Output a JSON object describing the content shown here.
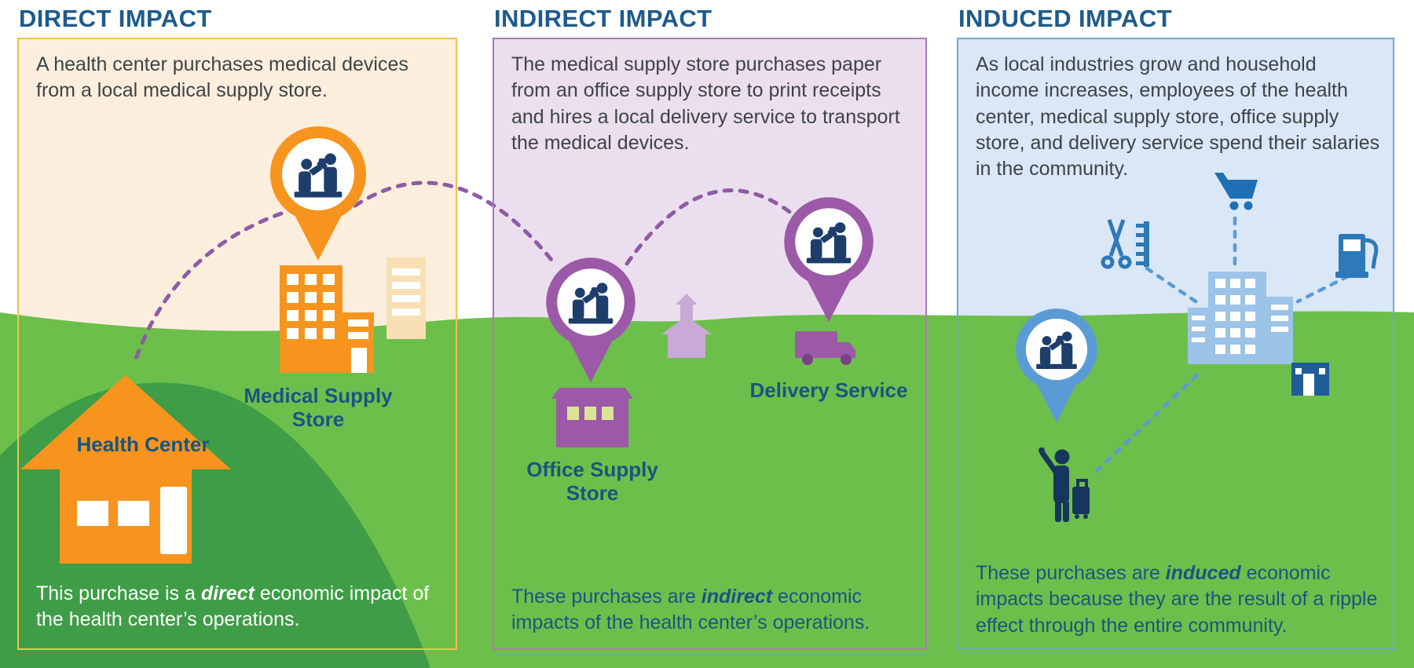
{
  "panels": [
    {
      "id": "direct",
      "title": "DIRECT IMPACT",
      "description": "A health center purchases medical devices from a local medical supply store.",
      "labels": {
        "health_center": "Health Center",
        "medical_supply_store": "Medical Supply Store"
      },
      "footer": {
        "pre": "This purchase is a ",
        "emphasis": "direct",
        "post": " economic impact of the health center’s operations."
      },
      "accent_color": "#F7941E",
      "tint_color": "#FCEEDC",
      "border_color": "#F2C14E"
    },
    {
      "id": "indirect",
      "title": "INDIRECT IMPACT",
      "description": "The medical supply store purchases paper from an office supply store to print receipts and hires a local delivery service to transport the medical devices.",
      "labels": {
        "office_supply_store": "Office Supply Store",
        "delivery_service": "Delivery Service"
      },
      "footer": {
        "pre": "These purchases are ",
        "emphasis": "indirect",
        "post": " economic impacts of the health center’s operations."
      },
      "accent_color": "#9C59A8",
      "tint_color": "#EBDFEF",
      "border_color": "#A87BB5"
    },
    {
      "id": "induced",
      "title": "INDUCED IMPACT",
      "description": "As local industries grow and household income increases, employees of the health center, medical supply store, office supply store, and delivery service spend their salaries in the community.",
      "labels": {},
      "footer": {
        "pre": "These purchases are ",
        "emphasis": "induced",
        "post": " economic impacts because they are the result of a ripple effect through the entire community."
      },
      "accent_color": "#2E75B6",
      "tint_color": "#DAE7F6",
      "border_color": "#6FA8D6"
    }
  ],
  "shared_colors": {
    "heading_text": "#1D5B8C",
    "body_text": "#3E4347",
    "label_text": "#1A5581",
    "grass": "#6CBF4B",
    "grass_dark": "#3E9D46",
    "figure_navy": "#1D3D6B",
    "pin_blue": "#5B9BD5",
    "light_blue_buildings": "#9CC3E8",
    "dashed_purple": "#8E5BA6",
    "dashed_blue": "#5B9BD5"
  },
  "icons": [
    "transaction-pin-icon",
    "health-center-icon",
    "medical-supply-store-icon",
    "office-supply-store-icon",
    "church-icon",
    "delivery-truck-icon",
    "shopping-cart-icon",
    "scissors-comb-icon",
    "gas-pump-icon",
    "city-buildings-icon",
    "small-building-icon",
    "traveler-icon"
  ]
}
